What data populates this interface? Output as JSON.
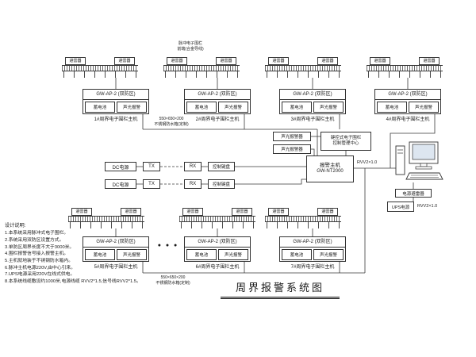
{
  "title": "周界报警系统图",
  "fence_note": {
    "line1": "脉冲电子围栏",
    "line2": "前端(合金导线)"
  },
  "common": {
    "arrester": "避雷器",
    "battery": "蓄电池",
    "sound_light": "声光报警",
    "host_model": "GW-AP-2 (双防区)",
    "enclosure_line1": "550×650×200",
    "enclosure_line2": "不锈钢防水箱(定制)",
    "dc_power": "DC电源",
    "tx": "TX",
    "rx": "RX",
    "keypad": "控制键盘",
    "sound_light_device": "声光报警器",
    "ellipsis": "● ● ●"
  },
  "top_hosts": [
    {
      "caption": "1#周界电子围栏主机"
    },
    {
      "caption": "2#周界电子围栏主机"
    },
    {
      "caption": "3#周界电子围栏主机"
    },
    {
      "caption": "4#周界电子围栏主机"
    }
  ],
  "bottom_hosts": [
    {
      "caption": "5#周界电子围栏主机"
    },
    {
      "caption": "6#周界电子围栏主机"
    },
    {
      "caption": "7#周界电子围栏主机"
    }
  ],
  "center": {
    "mgmt_line1": "键控式电子围栏",
    "mgmt_line2": "控制管理中心",
    "alarm_line1": "报警主机",
    "alarm_line2": "GW-NT2000",
    "cable_to_pc": "RVV2×1.0",
    "cable_ups": "RVV2×1.0",
    "surge": "电源避雷器",
    "ups": "UPS电源"
  },
  "notes": {
    "title": "设计说明:",
    "items": [
      "1.本系统采用脉冲式电子围栏。",
      "2.系统采用双防区设置方式。",
      "3.单防区周界长度不大于3000米。",
      "4.围栏报警信号接入报警主机。",
      "5.主机就地装于不锈钢防水箱内。",
      "6.脉冲主机电源220V,由中心引来。",
      "7.UPS电源采用220V在线式供电。",
      "8.本系统线缆敷设约1000米,电源线缆 RVV2*1.5,信号线RVV2*1.5。"
    ]
  }
}
